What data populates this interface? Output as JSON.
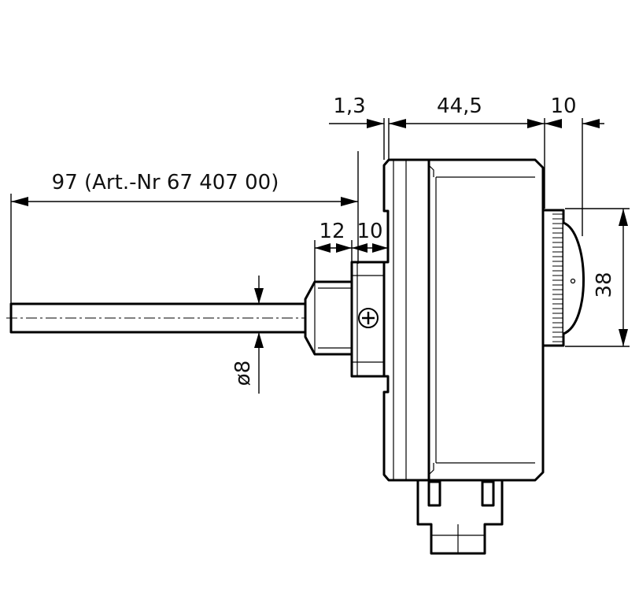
{
  "dimensions": {
    "probe_length": "97 (Art.-Nr 67 407 00)",
    "flange_gap": "1,3",
    "housing_depth": "44,5",
    "knob_depth": "10",
    "fitting_length": "12",
    "nut_length": "10",
    "knob_diameter": "38",
    "probe_diameter": "ø8"
  }
}
